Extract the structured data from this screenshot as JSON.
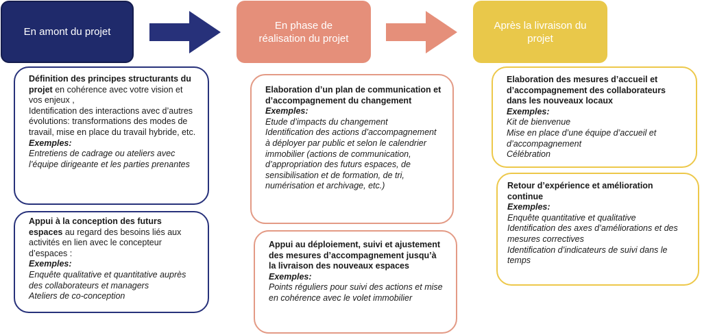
{
  "colors": {
    "navy": "#1f2a6b",
    "salmon": "#e58f7a",
    "gold": "#e9c84a"
  },
  "phases": [
    {
      "label": "En amont du projet"
    },
    {
      "label": "En phase de réalisation du projet"
    },
    {
      "label": "Après la livraison du projet"
    }
  ],
  "cards": {
    "c1": {
      "title": "Définition des principes structurants du projet",
      "text": " en cohérence avec votre vision et vos enjeux ,\nIdentification des interactions avec d’autres évolutions: transformations des modes de travail, mise en place du travail hybride, etc.",
      "examples_label": "Exemples:",
      "examples": "Entretiens de cadrage ou ateliers avec l’équipe dirigeante et les parties prenantes"
    },
    "c2": {
      "title": "Appui à la conception des futurs espaces",
      "text": " au regard des besoins liés aux activités en lien avec le concepteur d’espaces :",
      "examples_label": "Exemples:",
      "examples": "Enquête qualitative et quantitative auprès des collaborateurs et managers\nAteliers de co-conception"
    },
    "c3": {
      "title": "Elaboration d’un plan de communication et d’accompagnement du changement",
      "examples_label": "Exemples:",
      "examples": "Etude d’impacts du changement\nIdentification des actions d’accompagnement à déployer par public et selon le calendrier immobilier (actions de communication, d’appropriation des futurs espaces, de sensibilisation et de formation, de tri, numérisation et archivage, etc.)"
    },
    "c4": {
      "title": "Appui au déploiement, suivi et ajustement des mesures d’accompagnement jusqu’à la livraison des nouveaux espaces",
      "examples_label": "Exemples:",
      "examples": "Points réguliers pour suivi des actions et mise en cohérence avec le volet immobilier"
    },
    "c5": {
      "title": "Elaboration des mesures d’accueil et d’accompagnement des collaborateurs dans les nouveaux locaux",
      "examples_label": "Exemples:",
      "examples": "Kit de bienvenue\nMise en place d’une équipe d’accueil et d’accompagnement\nCélébration"
    },
    "c6": {
      "title": "Retour d’expérience et amélioration continue",
      "examples_label": "Exemples:",
      "examples": "Enquête quantitative et qualitative\nIdentification des axes d’améliorations et des mesures correctives\nIdentification d’indicateurs de suivi dans le temps"
    }
  }
}
